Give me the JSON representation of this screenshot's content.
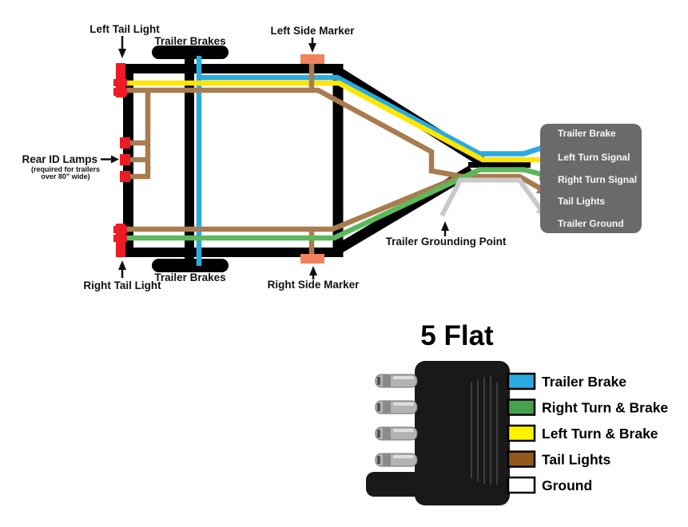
{
  "colors": {
    "wire_blue": "#29ABE2",
    "wire_yellow": "#FFE600",
    "wire_green": "#5CB85C",
    "wire_brown": "#A87C4F",
    "wire_ground": "#C9C9C9",
    "tail_light_red": "#EC1C24",
    "side_marker_orange": "#F0835D",
    "info_box_gray": "#6A6A6A",
    "frame_black": "#000000"
  },
  "diagram": {
    "labels": {
      "left_tail_light": "Left Tail Light",
      "trailer_brakes_top": "Trailer Brakes",
      "left_side_marker": "Left Side Marker",
      "rear_id_lamps": "Rear ID Lamps",
      "rear_id_note_line1": "(required for trailers",
      "rear_id_note_line2": "over 80\" wide)",
      "right_tail_light": "Right Tail Light",
      "trailer_brakes_bottom": "Trailer Brakes",
      "right_side_marker": "Right Side Marker",
      "trailer_grounding_point": "Trailer Grounding Point"
    },
    "info_box": {
      "items": [
        {
          "label": "Trailer Brake"
        },
        {
          "label": "Left Turn Signal"
        },
        {
          "label": "Right Turn Signal"
        },
        {
          "label": "Tail Lights"
        },
        {
          "label": "Trailer Ground"
        }
      ]
    }
  },
  "flat5": {
    "title": "5 Flat",
    "legend": [
      {
        "label": "Trailer Brake",
        "color": "#29ABE2"
      },
      {
        "label": "Right Turn & Brake",
        "color": "#45A14B"
      },
      {
        "label": "Left Turn & Brake",
        "color": "#FFF200"
      },
      {
        "label": "Tail Lights",
        "color": "#92571A"
      },
      {
        "label": "Ground",
        "color": "#FFFFFF"
      }
    ]
  }
}
